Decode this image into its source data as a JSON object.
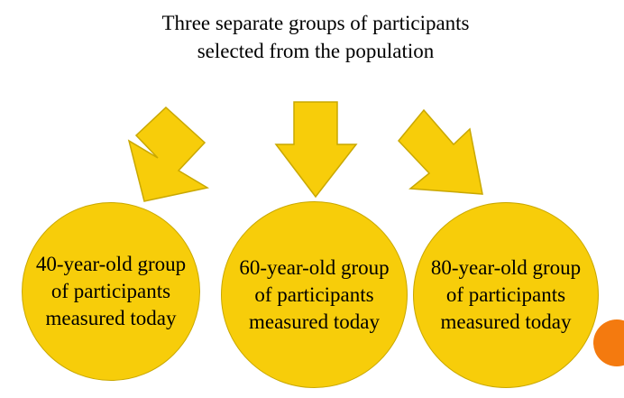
{
  "title": "Three separate groups of participants selected from the population",
  "groups": [
    {
      "label": "40-year-old group of participants measured today"
    },
    {
      "label": "60-year-old group of participants measured today"
    },
    {
      "label": "80-year-old group of participants measured today"
    }
  ],
  "colors": {
    "shape_fill": "#f7cd0a",
    "shape_stroke": "#c9a800",
    "accent_dot": "#f47a0f",
    "text": "#000000"
  }
}
